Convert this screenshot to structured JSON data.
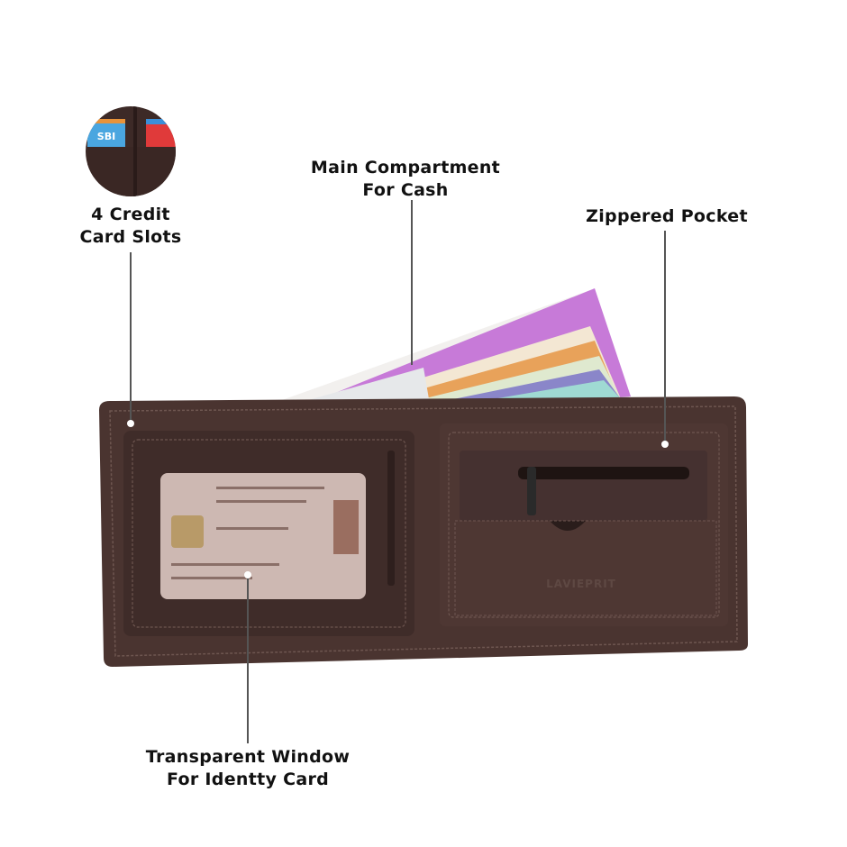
{
  "callouts": {
    "credit_slots": {
      "line1": "4 Credit",
      "line2": "Card Slots"
    },
    "main_compartment": {
      "line1": "Main Compartment",
      "line2": "For Cash"
    },
    "zippered_pocket": {
      "line1": "Zippered Pocket"
    },
    "transparent_window": {
      "line1": "Transparent Window",
      "line2": "For Identty Card"
    }
  },
  "product": {
    "brand_emboss": "LAVIEPRIT",
    "card_brand": "SBI",
    "colors": {
      "leather": "#4a3430",
      "leather_dark": "#3a2724",
      "stitch": "#6e5650",
      "note_purple": "#c77ad8",
      "note_orange": "#e8a25a"
    }
  }
}
